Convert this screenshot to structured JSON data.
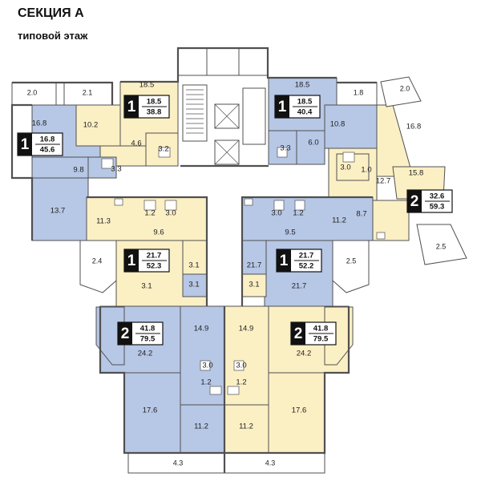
{
  "header": {
    "title": "СЕКЦИЯ А",
    "subtitle": "типовой этаж"
  },
  "colors": {
    "blue": "#b7c7e6",
    "yellow": "#fbefc4",
    "wall": "#505050",
    "common": "#ffffff",
    "badge": "#111111"
  },
  "apartments": [
    {
      "id": "apt-a",
      "rooms": "1",
      "living": "16.8",
      "total": "45.6",
      "color": "blue"
    },
    {
      "id": "apt-b",
      "rooms": "1",
      "living": "18.5",
      "total": "38.8",
      "color": "yellow"
    },
    {
      "id": "apt-c",
      "rooms": "1",
      "living": "18.5",
      "total": "40.4",
      "color": "blue"
    },
    {
      "id": "apt-d",
      "rooms": "2",
      "living": "32.6",
      "total": "59.3",
      "color": "yellow"
    },
    {
      "id": "apt-e",
      "rooms": "1",
      "living": "21.7",
      "total": "52.3",
      "color": "yellow"
    },
    {
      "id": "apt-f",
      "rooms": "1",
      "living": "21.7",
      "total": "52.2",
      "color": "blue"
    },
    {
      "id": "apt-g",
      "rooms": "2",
      "living": "41.8",
      "total": "79.5",
      "color": "blue"
    },
    {
      "id": "apt-h",
      "rooms": "2",
      "living": "41.8",
      "total": "79.5",
      "color": "yellow"
    }
  ],
  "room_labels": [
    "18.5",
    "10.2",
    "16.8",
    "9.8",
    "3.3",
    "13.7",
    "4.6",
    "3.2",
    "18.5",
    "3.3",
    "6.0",
    "10.8",
    "16.8",
    "3.0",
    "1.0",
    "12.7",
    "15.8",
    "8.7",
    "11.3",
    "1.2",
    "3.0",
    "9.6",
    "3.0",
    "1.2",
    "11.2",
    "9.5",
    "3.1",
    "3.1",
    "21.7",
    "3.1",
    "3.1",
    "21.7",
    "14.9",
    "14.9",
    "24.2",
    "24.2",
    "3.0",
    "3.0",
    "1.2",
    "1.2",
    "17.6",
    "17.6",
    "11.2",
    "11.2"
  ],
  "balcony_labels": [
    "2.0",
    "2.1",
    "1.8",
    "2.0",
    "2.5",
    "2.4",
    "2.5",
    "4.3",
    "4.3"
  ]
}
